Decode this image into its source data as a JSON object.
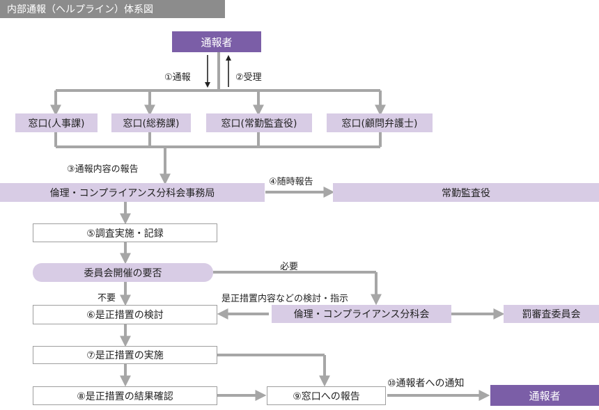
{
  "title": "内部通報（ヘルプライン）体系図",
  "nodes": {
    "reporter_top": "通報者",
    "window_hr": "窓口(人事課)",
    "window_general": "窓口(総務課)",
    "window_auditor": "窓口(常勤監査役)",
    "window_lawyer": "窓口(顧問弁護士)",
    "compliance_office": "倫理・コンプライアンス分科会事務局",
    "auditor": "常勤監査役",
    "investigation": "⑤調査実施・記録",
    "committee_needed": "委員会開催の要否",
    "corrective_review": "⑥是正措置の検討",
    "compliance_subcommittee": "倫理・コンプライアンス分科会",
    "discipline_committee": "罰審査委員会",
    "corrective_execution": "⑦是正措置の実施",
    "result_confirmation": "⑧是正措置の結果確認",
    "report_to_window": "⑨窓口への報告",
    "reporter_bottom": "通報者"
  },
  "labels": {
    "step1": "①通報",
    "step2": "②受理",
    "step3": "③通報内容の報告",
    "step4": "④随時報告",
    "required": "必要",
    "not_required": "不要",
    "review_instruction": "是正措置内容などの検討・指示",
    "step10": "⑩通報者への通知"
  },
  "colors": {
    "dark_purple": "#7b5ea7",
    "light_lavender": "#d8cce5",
    "connector_gray": "#a6a6a6",
    "title_gray": "#8c8c8c"
  }
}
